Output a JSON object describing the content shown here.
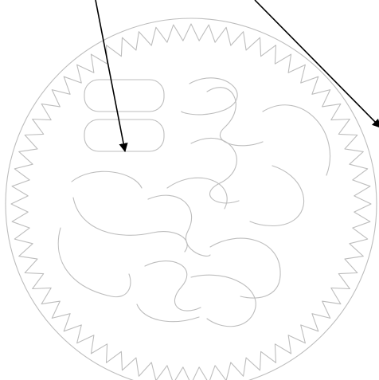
{
  "diagram": {
    "kind": "line-drawing",
    "description_free": true,
    "colors": {
      "outline": "#bdbdbd",
      "arrow": "#000000",
      "background": "#ffffff"
    },
    "rim_tooth_count": 64,
    "slot_count": 2,
    "squiggle_count": 12,
    "arrow_count": 2
  }
}
